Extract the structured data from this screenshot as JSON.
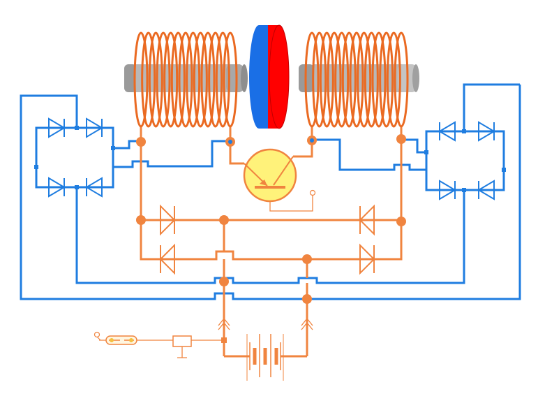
{
  "diagram": {
    "type": "electrical-schematic",
    "colors": {
      "orange_wire": "#f0843f",
      "blue_wire": "#1f7de0",
      "coil": "#ea6a22",
      "core_gray": "#9a9a9a",
      "magnet_north": "#ff0000",
      "magnet_south": "#1a6fe6",
      "transistor_fill": "#fff27a"
    },
    "components": [
      {
        "id": "coil-left",
        "kind": "solenoid-coil",
        "icon": "coil-icon"
      },
      {
        "id": "coil-right",
        "kind": "solenoid-coil",
        "icon": "coil-icon"
      },
      {
        "id": "disc-magnet",
        "kind": "disc-magnet",
        "icon": "magnet-icon"
      },
      {
        "id": "transistor",
        "kind": "transistor",
        "icon": "transistor-icon"
      },
      {
        "id": "bridge-left",
        "kind": "diode-bridge",
        "icon": "diode-icon"
      },
      {
        "id": "bridge-right",
        "kind": "diode-bridge",
        "icon": "diode-icon"
      },
      {
        "id": "center-diodes",
        "kind": "diode-array",
        "icon": "diode-icon"
      },
      {
        "id": "battery",
        "kind": "battery",
        "icon": "battery-icon"
      },
      {
        "id": "reed-switch",
        "kind": "reed-switch",
        "icon": "reed-switch-icon"
      },
      {
        "id": "resistor",
        "kind": "resistor",
        "icon": "resistor-icon"
      }
    ]
  }
}
